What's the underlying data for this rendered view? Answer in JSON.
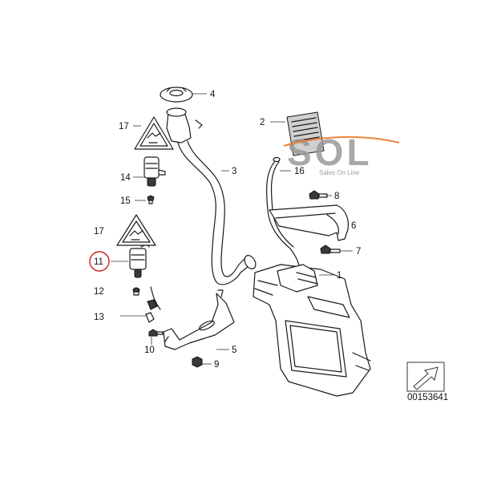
{
  "diagram": {
    "callouts": {
      "c1": "1",
      "c2": "2",
      "c3": "3",
      "c4": "4",
      "c5": "5",
      "c6": "6",
      "c7": "7",
      "c8": "8",
      "c9": "9",
      "c10": "10",
      "c11": "11",
      "c12": "12",
      "c13": "13",
      "c14": "14",
      "c15": "15",
      "c16": "16",
      "c17a": "17",
      "c17b": "17"
    },
    "highlighted_part": "11",
    "highlight_color": "#cc2222",
    "drawing_number": "00153641"
  },
  "watermark": {
    "logo_text": "SOL",
    "tagline": "Sales On Line",
    "accent_color": "#e8731a",
    "logo_color": "#9a9a9a"
  }
}
